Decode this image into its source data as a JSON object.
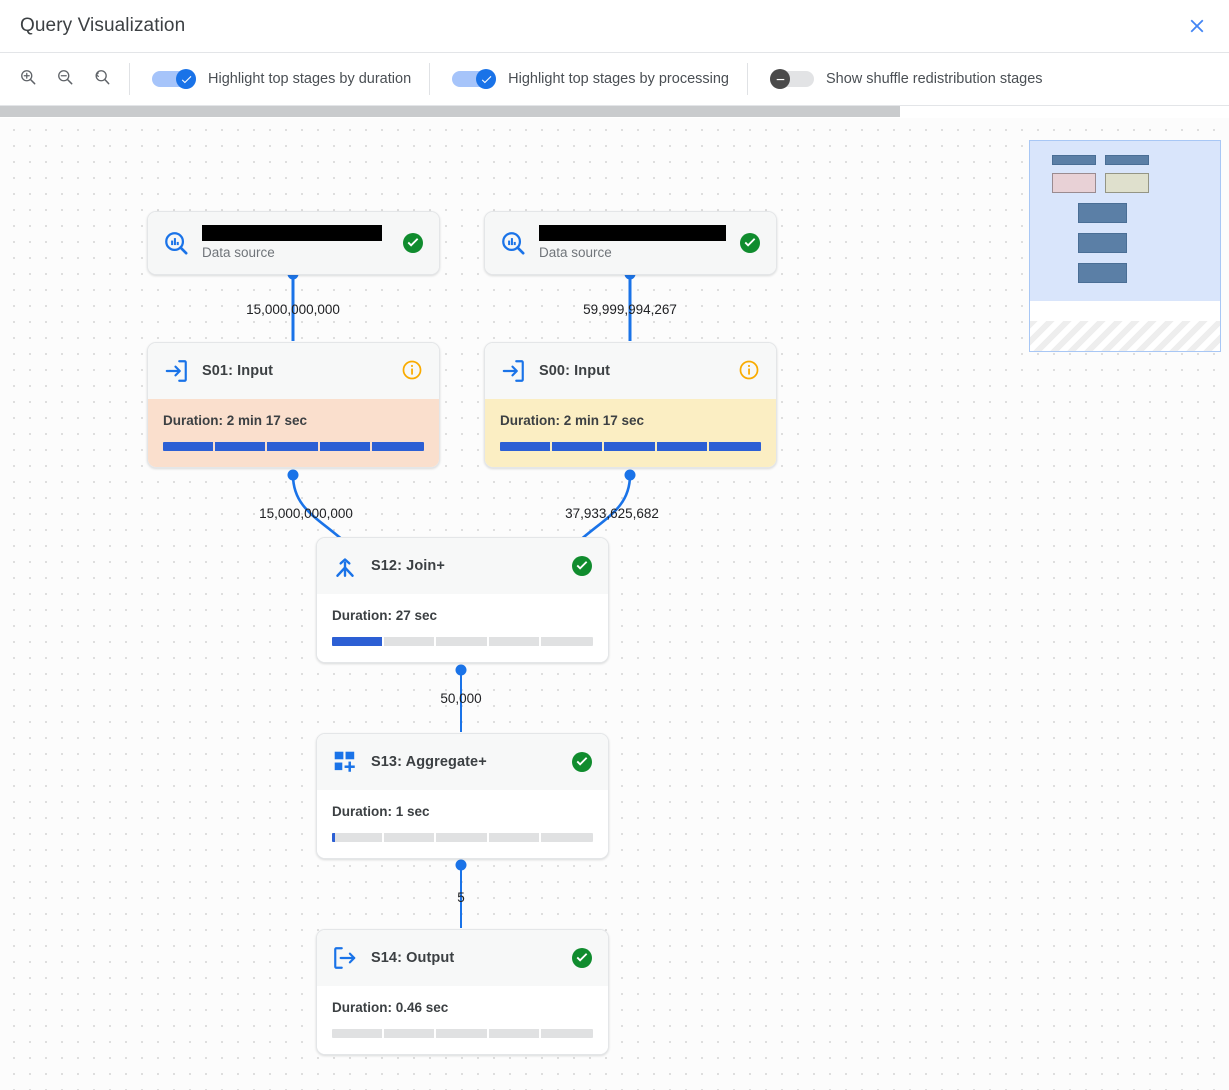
{
  "header": {
    "title": "Query Visualization",
    "close_icon": "close-icon"
  },
  "toolbar": {
    "zoom_in_icon": "zoom-in-icon",
    "zoom_out_icon": "zoom-out-icon",
    "zoom_reset_icon": "zoom-reset-icon",
    "toggles": [
      {
        "label": "Highlight top stages by duration",
        "state": "on"
      },
      {
        "label": "Highlight top stages by processing",
        "state": "on"
      },
      {
        "label": "Show shuffle redistribution stages",
        "state": "off"
      }
    ]
  },
  "colors": {
    "accent": "#1a73e8",
    "bar_fill": "#2c5fd4",
    "bar_track": "#e0e1e2",
    "success": "#1e8e3e",
    "warning": "#f9ab00",
    "highlight_duration": "#fadfcd",
    "highlight_processing": "#fbeec3",
    "edge": "#1a73e8"
  },
  "graph": {
    "nodes": [
      {
        "id": "ds-left",
        "type": "datasource",
        "icon": "bigquery-datasource-icon",
        "name_redacted": true,
        "subtitle": "Data source",
        "status": "success"
      },
      {
        "id": "ds-right",
        "type": "datasource",
        "icon": "bigquery-datasource-icon",
        "name_redacted": true,
        "subtitle": "Data source",
        "status": "success"
      },
      {
        "id": "s01",
        "type": "stage",
        "icon": "input-arrow-icon",
        "title": "S01: Input",
        "status": "info",
        "duration_label": "Duration: 2 min 17 sec",
        "progress_percent": 100,
        "highlight": "duration"
      },
      {
        "id": "s00",
        "type": "stage",
        "icon": "input-arrow-icon",
        "title": "S00: Input",
        "status": "info",
        "duration_label": "Duration: 2 min 17 sec",
        "progress_percent": 100,
        "highlight": "processing"
      },
      {
        "id": "s12",
        "type": "stage",
        "icon": "join-merge-icon",
        "title": "S12: Join+",
        "status": "success",
        "duration_label": "Duration: 27 sec",
        "progress_percent": 20,
        "highlight": "none"
      },
      {
        "id": "s13",
        "type": "stage",
        "icon": "aggregate-icon",
        "title": "S13: Aggregate+",
        "status": "success",
        "duration_label": "Duration: 1 sec",
        "progress_percent": 1,
        "highlight": "none"
      },
      {
        "id": "s14",
        "type": "stage",
        "icon": "output-arrow-icon",
        "title": "S14: Output",
        "status": "success",
        "duration_label": "Duration: 0.46 sec",
        "progress_percent": 0,
        "highlight": "none"
      }
    ],
    "edges": [
      {
        "from": "ds-left",
        "to": "s01",
        "label": "15,000,000,000"
      },
      {
        "from": "ds-right",
        "to": "s00",
        "label": "59,999,994,267"
      },
      {
        "from": "s01",
        "to": "s12",
        "label": "15,000,000,000"
      },
      {
        "from": "s00",
        "to": "s12",
        "label": "37,933,625,682"
      },
      {
        "from": "s12",
        "to": "s13",
        "label": "50,000"
      },
      {
        "from": "s13",
        "to": "s14",
        "label": "5"
      }
    ]
  },
  "minimap": {
    "name": "graph-minimap"
  }
}
